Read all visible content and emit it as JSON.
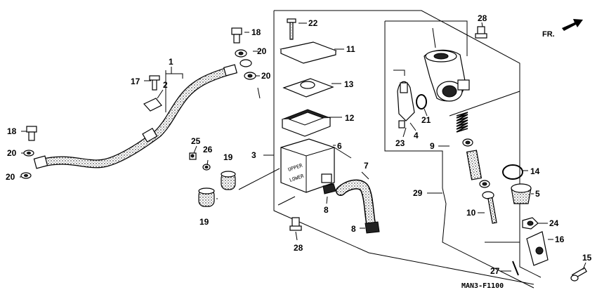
{
  "diagram_code": "MAN3-F1100",
  "direction_label": "FR.",
  "reservoir_marks": {
    "upper": "UPPER",
    "lower": "LOWER"
  },
  "callouts": {
    "c1": "1",
    "c2": "2",
    "c3": "3",
    "c4": "4",
    "c5": "5",
    "c6": "6",
    "c7": "7",
    "c8a": "8",
    "c8b": "8",
    "c9": "9",
    "c10": "10",
    "c11": "11",
    "c12": "12",
    "c13": "13",
    "c14": "14",
    "c15": "15",
    "c16": "16",
    "c17": "17",
    "c18a": "18",
    "c18b": "18",
    "c19a": "19",
    "c19b": "19",
    "c20a": "20",
    "c20b": "20",
    "c20c": "20",
    "c20d": "20",
    "c21": "21",
    "c22": "22",
    "c23": "23",
    "c24": "24",
    "c25": "25",
    "c26": "26",
    "c27": "27",
    "c28a": "28",
    "c28b": "28",
    "c29": "29"
  }
}
